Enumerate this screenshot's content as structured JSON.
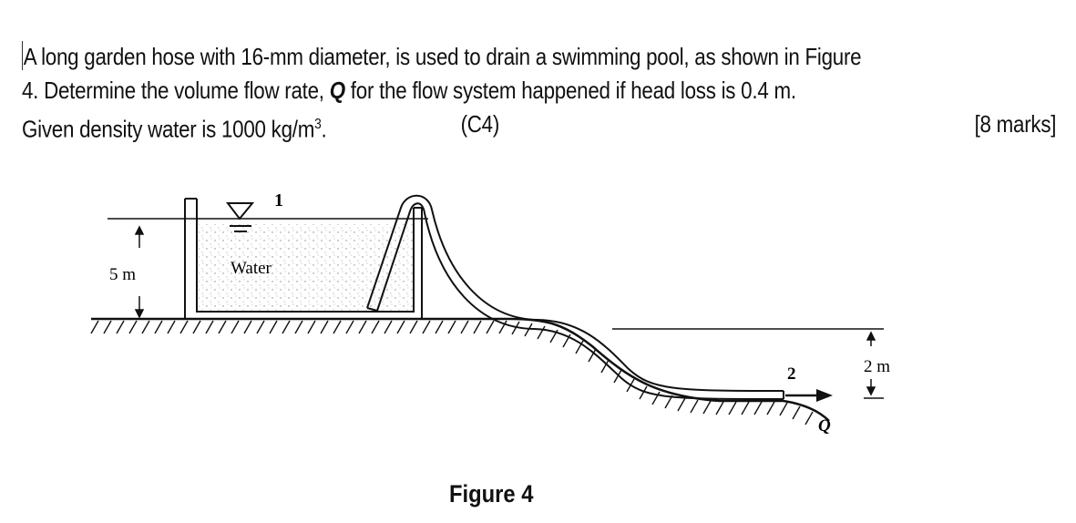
{
  "question": {
    "line1": "A long garden hose with 16-mm  diameter, is used to drain a swimming pool, as shown in Figure",
    "line2_pre": "4. Determine the volume flow rate, ",
    "line2_sym": "Q",
    "line2_post": " for the flow system happened if head loss is 0.4 m.",
    "line3_pre": "Given density water is 1000 kg/m",
    "line3_sup": "3",
    "line3_post": ".",
    "course_outcome": "(C4)",
    "marks": "[8 marks]"
  },
  "figure": {
    "point1_label": "1",
    "water_label": "Water",
    "height_left": "5 m",
    "point2_label": "2",
    "height_right": "2 m",
    "flow_label": "Q",
    "caption": "Figure 4"
  }
}
